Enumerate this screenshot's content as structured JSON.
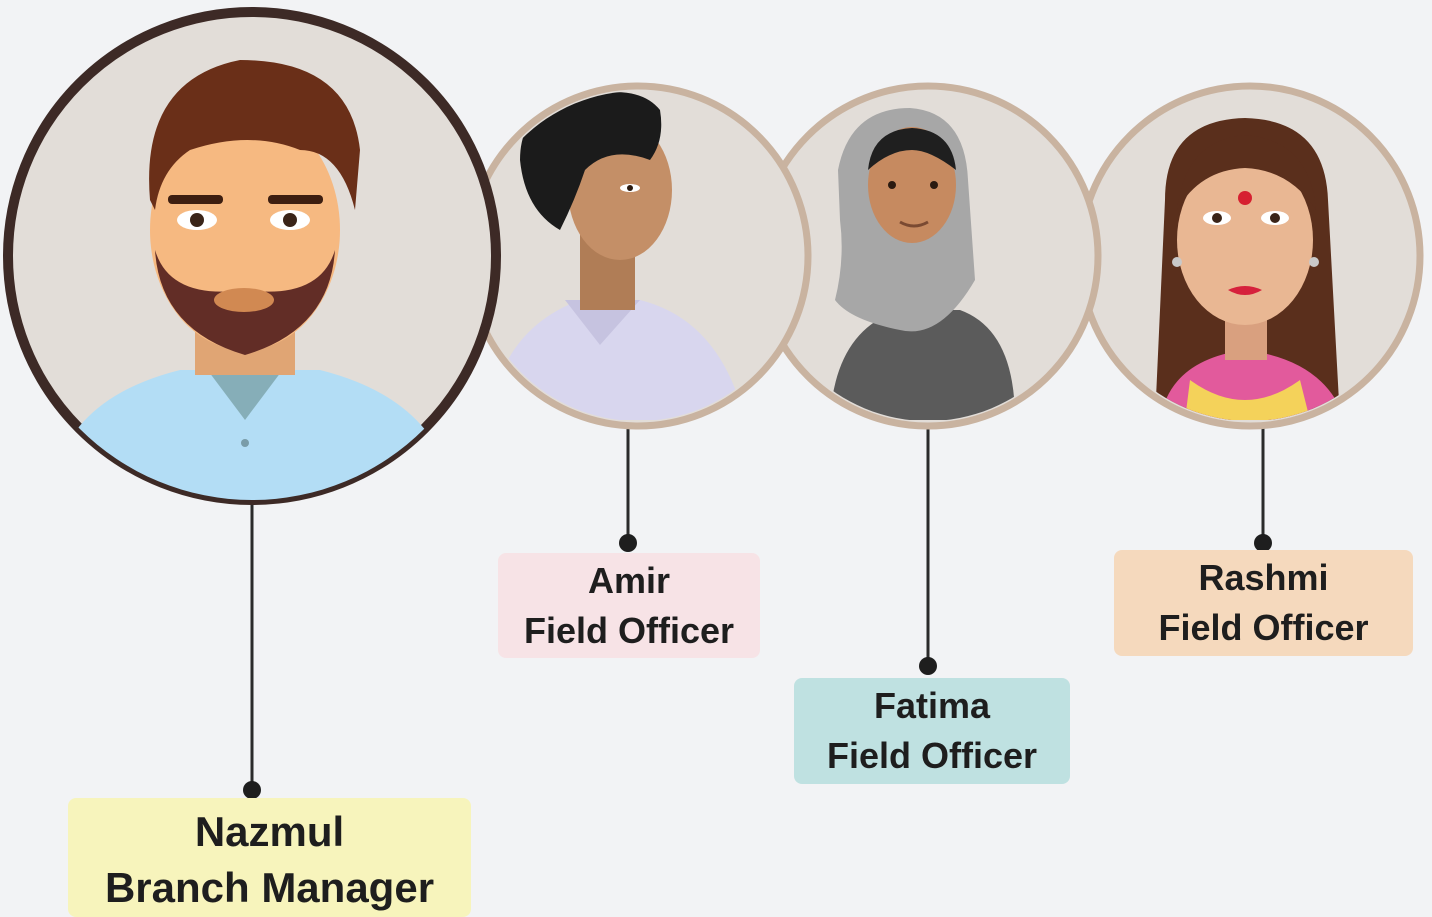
{
  "people": {
    "nazmul": {
      "name": "Nazmul",
      "role": "Branch Manager"
    },
    "amir": {
      "name": "Amir",
      "role": "Field Officer"
    },
    "fatima": {
      "name": "Fatima",
      "role": "Field Officer"
    },
    "rashmi": {
      "name": "Rashmi",
      "role": "Field Officer"
    }
  },
  "colors": {
    "background": "#f2f3f5",
    "manager_ring": "#3d2a26",
    "officer_ring": "#c9b3a0",
    "portrait_fill": "#e2ddd8",
    "amir_label": "#f7e3e6",
    "fatima_label": "#bfe1e1",
    "rashmi_label": "#f5d9bd",
    "nazmul_label": "#f7f4bc"
  }
}
